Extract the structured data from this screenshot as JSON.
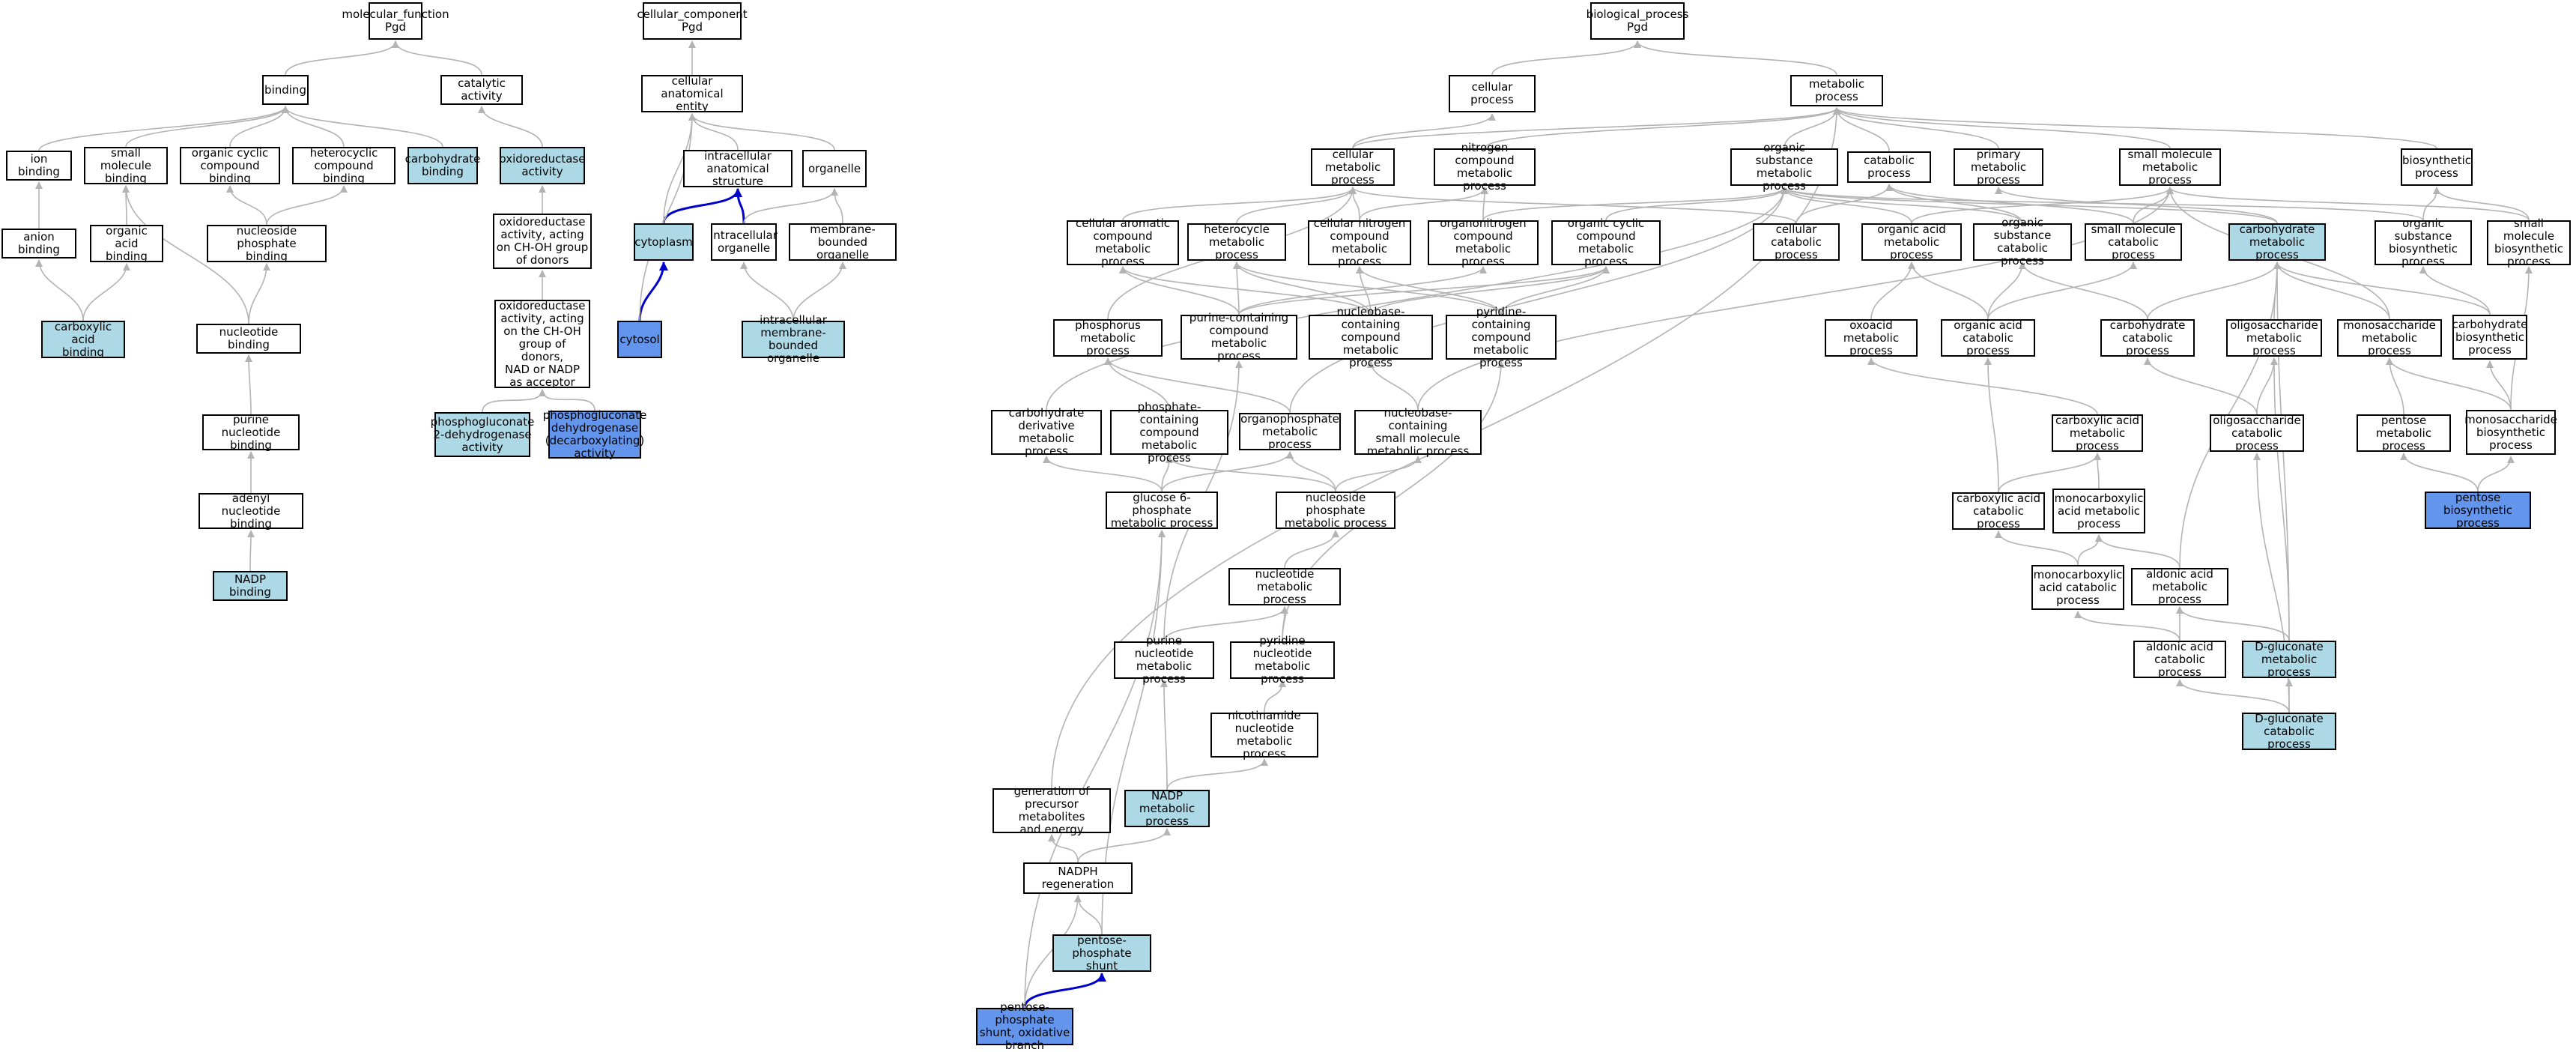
{
  "styles": {
    "light": "#add8e6",
    "blue": "#6495ed",
    "edge_gray": "#b3b3b3",
    "edge_blue": "#0000cd"
  },
  "nodes": [
    {
      "id": "mf",
      "text": "molecular_function\nPgd",
      "fill": "white"
    },
    {
      "id": "binding",
      "text": "binding",
      "fill": "white"
    },
    {
      "id": "catalytic",
      "text": "catalytic activity",
      "fill": "white"
    },
    {
      "id": "ion_binding",
      "text": "ion binding",
      "fill": "white"
    },
    {
      "id": "sm_binding",
      "text": "small molecule\nbinding",
      "fill": "white"
    },
    {
      "id": "oc_binding",
      "text": "organic cyclic\ncompound binding",
      "fill": "white"
    },
    {
      "id": "het_binding",
      "text": "heterocyclic\ncompound binding",
      "fill": "white"
    },
    {
      "id": "carb_binding",
      "text": "carbohydrate\nbinding",
      "fill": "light"
    },
    {
      "id": "oxidored",
      "text": "oxidoreductase\nactivity",
      "fill": "light"
    },
    {
      "id": "anion_binding",
      "text": "anion binding",
      "fill": "white"
    },
    {
      "id": "oa_binding",
      "text": "organic acid\nbinding",
      "fill": "white"
    },
    {
      "id": "nucp_binding",
      "text": "nucleoside phosphate\nbinding",
      "fill": "white"
    },
    {
      "id": "oxidored_choh",
      "text": "oxidoreductase\nactivity, acting\non CH-OH group\nof donors",
      "fill": "white"
    },
    {
      "id": "ca_binding",
      "text": "carboxylic acid\nbinding",
      "fill": "light"
    },
    {
      "id": "nuc_binding",
      "text": "nucleotide binding",
      "fill": "white"
    },
    {
      "id": "oxidored_nad",
      "text": "oxidoreductase\nactivity, acting\non the CH-OH\ngroup of donors,\nNAD or NADP\nas acceptor",
      "fill": "white"
    },
    {
      "id": "pgd2",
      "text": "phosphogluconate\n2-dehydrogenase\nactivity",
      "fill": "light"
    },
    {
      "id": "pgd_decarb",
      "text": "phosphogluconate\ndehydrogenase\n(decarboxylating)\nactivity",
      "fill": "blue"
    },
    {
      "id": "pn_binding",
      "text": "purine nucleotide\nbinding",
      "fill": "white"
    },
    {
      "id": "an_binding",
      "text": "adenyl nucleotide\nbinding",
      "fill": "white"
    },
    {
      "id": "nadp_binding",
      "text": "NADP binding",
      "fill": "light"
    },
    {
      "id": "cc",
      "text": "cellular_component\nPgd",
      "fill": "white"
    },
    {
      "id": "cae",
      "text": "cellular anatomical\nentity",
      "fill": "white"
    },
    {
      "id": "ias",
      "text": "intracellular\nanatomical structure",
      "fill": "white"
    },
    {
      "id": "organelle",
      "text": "organelle",
      "fill": "white"
    },
    {
      "id": "cytoplasm",
      "text": "cytoplasm",
      "fill": "light"
    },
    {
      "id": "ic_organelle",
      "text": "intracellular\norganelle",
      "fill": "white"
    },
    {
      "id": "mb_organelle",
      "text": "membrane-bounded\norganelle",
      "fill": "white"
    },
    {
      "id": "cytosol",
      "text": "cytosol",
      "fill": "blue"
    },
    {
      "id": "imbo",
      "text": "intracellular\nmembrane-bounded\norganelle",
      "fill": "light"
    },
    {
      "id": "bp",
      "text": "biological_process\nPgd",
      "fill": "white"
    },
    {
      "id": "cellular_process",
      "text": "cellular process",
      "fill": "white"
    },
    {
      "id": "metabolic",
      "text": "metabolic process",
      "fill": "white"
    },
    {
      "id": "cell_met",
      "text": "cellular metabolic\nprocess",
      "fill": "white"
    },
    {
      "id": "ncomp_met",
      "text": "nitrogen compound\nmetabolic process",
      "fill": "white"
    },
    {
      "id": "os_met",
      "text": "organic substance\nmetabolic process",
      "fill": "white"
    },
    {
      "id": "catabolic",
      "text": "catabolic process",
      "fill": "white"
    },
    {
      "id": "primary_met",
      "text": "primary metabolic\nprocess",
      "fill": "white"
    },
    {
      "id": "sm_met",
      "text": "small molecule\nmetabolic process",
      "fill": "white"
    },
    {
      "id": "biosynthetic",
      "text": "biosynthetic\nprocess",
      "fill": "white"
    },
    {
      "id": "cac_met",
      "text": "cellular aromatic\ncompound metabolic\nprocess",
      "fill": "white"
    },
    {
      "id": "het_met",
      "text": "heterocycle\nmetabolic process",
      "fill": "white"
    },
    {
      "id": "cnc_met",
      "text": "cellular nitrogen\ncompound metabolic\nprocess",
      "fill": "white"
    },
    {
      "id": "on_met",
      "text": "organonitrogen\ncompound metabolic\nprocess",
      "fill": "white"
    },
    {
      "id": "occ_met",
      "text": "organic cyclic\ncompound metabolic\nprocess",
      "fill": "white"
    },
    {
      "id": "cell_cat",
      "text": "cellular catabolic\nprocess",
      "fill": "white"
    },
    {
      "id": "oa_met",
      "text": "organic acid\nmetabolic process",
      "fill": "white"
    },
    {
      "id": "os_cat",
      "text": "organic substance\ncatabolic process",
      "fill": "white"
    },
    {
      "id": "sm_cat",
      "text": "small molecule\ncatabolic process",
      "fill": "white"
    },
    {
      "id": "carb_met",
      "text": "carbohydrate\nmetabolic process",
      "fill": "light"
    },
    {
      "id": "os_bio",
      "text": "organic substance\nbiosynthetic\nprocess",
      "fill": "white"
    },
    {
      "id": "sm_bio",
      "text": "small molecule\nbiosynthetic\nprocess",
      "fill": "white"
    },
    {
      "id": "phos_met",
      "text": "phosphorus metabolic\nprocess",
      "fill": "white"
    },
    {
      "id": "pcc_met",
      "text": "purine-containing\ncompound metabolic\nprocess",
      "fill": "white"
    },
    {
      "id": "nbc_met",
      "text": "nucleobase-containing\ncompound metabolic\nprocess",
      "fill": "white"
    },
    {
      "id": "pyc_met",
      "text": "pyridine-containing\ncompound metabolic\nprocess",
      "fill": "white"
    },
    {
      "id": "oxo_met",
      "text": "oxoacid metabolic\nprocess",
      "fill": "white"
    },
    {
      "id": "oa_cat",
      "text": "organic acid\ncatabolic process",
      "fill": "white"
    },
    {
      "id": "carb_cat",
      "text": "carbohydrate\ncatabolic process",
      "fill": "white"
    },
    {
      "id": "oligo_met",
      "text": "oligosaccharide\nmetabolic process",
      "fill": "white"
    },
    {
      "id": "mono_met",
      "text": "monosaccharide\nmetabolic process",
      "fill": "white"
    },
    {
      "id": "carb_bio",
      "text": "carbohydrate\nbiosynthetic\nprocess",
      "fill": "white"
    },
    {
      "id": "cd_met",
      "text": "carbohydrate\nderivative metabolic\nprocess",
      "fill": "white"
    },
    {
      "id": "phc_met",
      "text": "phosphate-containing\ncompound metabolic\nprocess",
      "fill": "white"
    },
    {
      "id": "orgp_met",
      "text": "organophosphate\nmetabolic process",
      "fill": "white"
    },
    {
      "id": "nbsm_met",
      "text": "nucleobase-containing\nsmall molecule\nmetabolic process",
      "fill": "white"
    },
    {
      "id": "carbox_met",
      "text": "carboxylic acid\nmetabolic process",
      "fill": "white"
    },
    {
      "id": "oligo_cat",
      "text": "oligosaccharide\ncatabolic process",
      "fill": "white"
    },
    {
      "id": "pentose_met",
      "text": "pentose metabolic\nprocess",
      "fill": "white"
    },
    {
      "id": "mono_bio",
      "text": "monosaccharide\nbiosynthetic\nprocess",
      "fill": "white"
    },
    {
      "id": "g6p_met",
      "text": "glucose 6-phosphate\nmetabolic process",
      "fill": "white"
    },
    {
      "id": "nucp_met",
      "text": "nucleoside phosphate\nmetabolic process",
      "fill": "white"
    },
    {
      "id": "carbox_cat",
      "text": "carboxylic acid\ncatabolic process",
      "fill": "white"
    },
    {
      "id": "monocarb_met",
      "text": "monocarboxylic\nacid metabolic\nprocess",
      "fill": "white"
    },
    {
      "id": "pentose_bio",
      "text": "pentose biosynthetic\nprocess",
      "fill": "blue"
    },
    {
      "id": "nuc_met",
      "text": "nucleotide metabolic\nprocess",
      "fill": "white"
    },
    {
      "id": "monocarb_cat",
      "text": "monocarboxylic\nacid catabolic\nprocess",
      "fill": "white"
    },
    {
      "id": "aldonic_met",
      "text": "aldonic acid\nmetabolic process",
      "fill": "white"
    },
    {
      "id": "pun_met",
      "text": "purine nucleotide\nmetabolic process",
      "fill": "white"
    },
    {
      "id": "pyn_met",
      "text": "pyridine nucleotide\nmetabolic process",
      "fill": "white"
    },
    {
      "id": "aldonic_cat",
      "text": "aldonic acid\ncatabolic process",
      "fill": "white"
    },
    {
      "id": "dglu_met",
      "text": "D-gluconate\nmetabolic process",
      "fill": "light"
    },
    {
      "id": "nicot_met",
      "text": "nicotinamide\nnucleotide metabolic\nprocess",
      "fill": "white"
    },
    {
      "id": "dglu_cat",
      "text": "D-gluconate\ncatabolic process",
      "fill": "light"
    },
    {
      "id": "gen_prec",
      "text": "generation of\nprecursor metabolites\nand energy",
      "fill": "white"
    },
    {
      "id": "nadp_met",
      "text": "NADP metabolic\nprocess",
      "fill": "light"
    },
    {
      "id": "nadph_regen",
      "text": "NADPH regeneration",
      "fill": "white"
    },
    {
      "id": "pps",
      "text": "pentose-phosphate\nshunt",
      "fill": "light"
    },
    {
      "id": "pps_ox",
      "text": "pentose-phosphate\nshunt, oxidative\nbranch",
      "fill": "blue"
    }
  ]
}
